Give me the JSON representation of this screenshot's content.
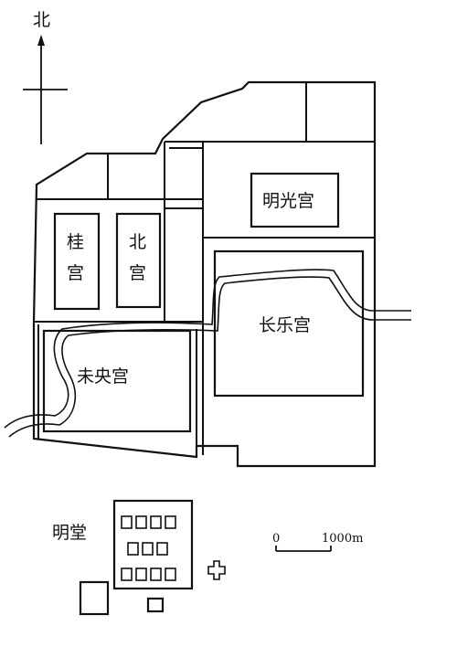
{
  "map": {
    "north_label": "北",
    "palaces": {
      "weiyang": "未央宫",
      "changle": "长乐宫",
      "mingguang": "明光宫",
      "gui_1": "桂",
      "gui_2": "宫",
      "bei_1": "北",
      "bei_2": "宫"
    },
    "mingtang_label": "明堂",
    "scale": {
      "zero": "0",
      "distance": "1000m"
    }
  }
}
